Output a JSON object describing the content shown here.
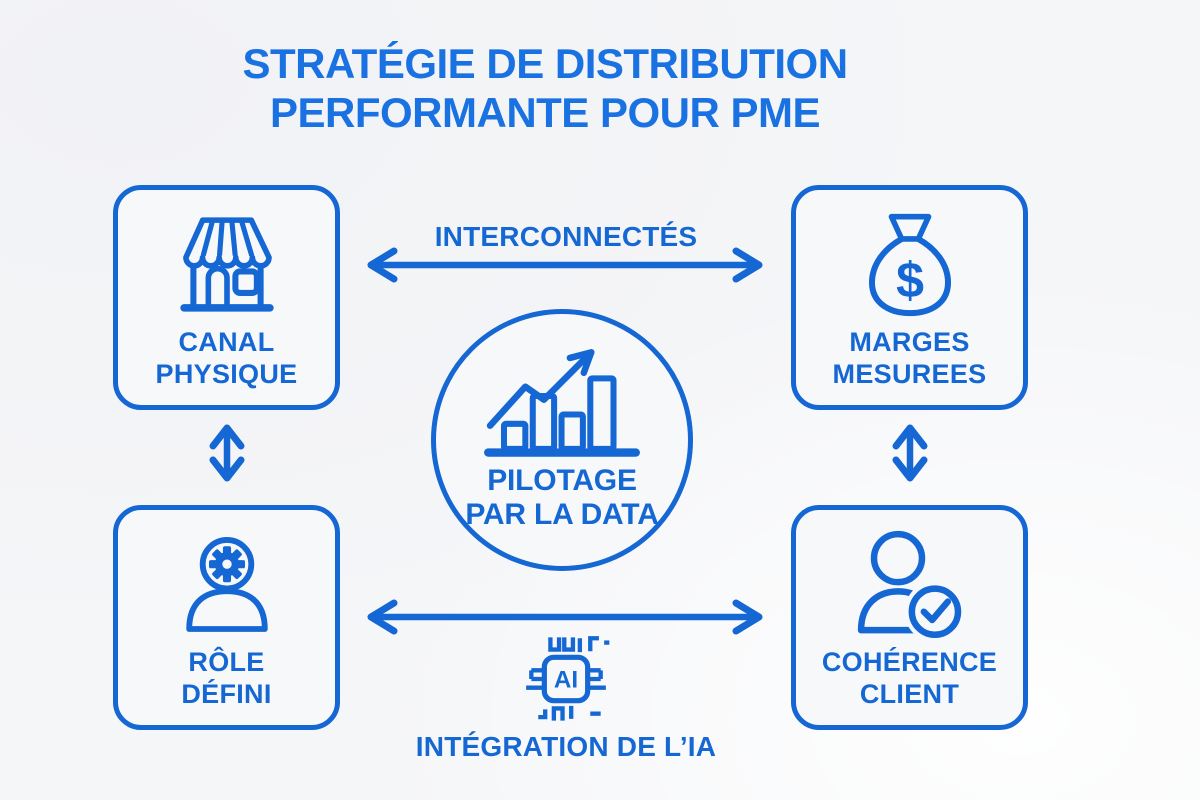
{
  "colors": {
    "accent": "#1567D4",
    "title": "#1A72E2",
    "bg": "#F5F6F8",
    "panel": "#F7F8FA"
  },
  "title": {
    "line1": "STRATÉGIE DE DISTRIBUTION",
    "line2": "PERFORMANTE POUR PME"
  },
  "nodes": {
    "canal": {
      "line1": "CANAL",
      "line2": "PHYSIQUE",
      "icon": "storefront"
    },
    "marges": {
      "line1": "MARGES",
      "line2": "MESUREES",
      "icon": "money-bag"
    },
    "role": {
      "line1": "RÔLE",
      "line2": "DÉFINI",
      "icon": "person-gear"
    },
    "coherence": {
      "line1": "COHÉRENCE",
      "line2": "CLIENT",
      "icon": "person-check"
    }
  },
  "center": {
    "line1": "PILOTAGE",
    "line2": "PAR LA DATA",
    "icon": "growth-chart"
  },
  "connectors": {
    "horizontal_top": {
      "label": "INTERCONNECTÉS"
    },
    "horizontal_bottom": {
      "label": "INTÉGRATION DE L’IA"
    }
  },
  "icon_glyphs": {
    "dollar": "$",
    "ai": "AI"
  }
}
